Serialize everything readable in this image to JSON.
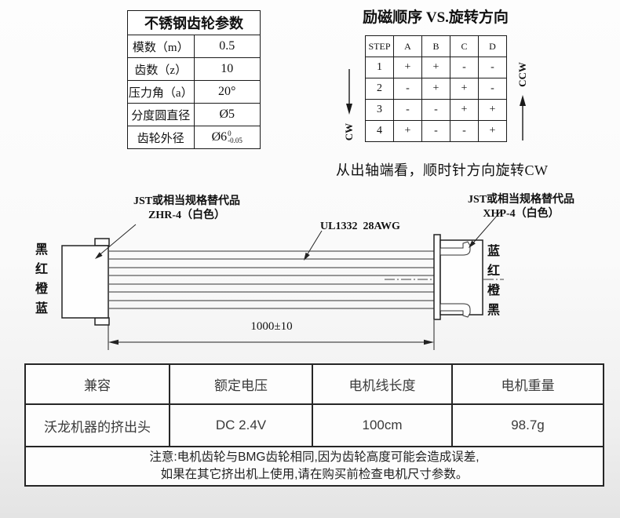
{
  "gear_table": {
    "title": "不锈钢齿轮参数",
    "rows": [
      {
        "label": "模数（m）",
        "value": "0.5"
      },
      {
        "label": "齿数（z）",
        "value": "10"
      },
      {
        "label": "压力角（a）",
        "value": "20°"
      },
      {
        "label": "分度圆直径",
        "value": "Ø5"
      },
      {
        "label": "齿轮外径",
        "value": "Ø6",
        "tol_upper": "0",
        "tol_lower": "-0.05"
      }
    ]
  },
  "excitation": {
    "title": "励磁顺序 VS.旋转方向",
    "header": [
      "STEP",
      "A",
      "B",
      "C",
      "D"
    ],
    "rows": [
      [
        "1",
        "+",
        "+",
        "-",
        "-"
      ],
      [
        "2",
        "-",
        "+",
        "+",
        "-"
      ],
      [
        "3",
        "-",
        "-",
        "+",
        "+"
      ],
      [
        "4",
        "+",
        "-",
        "-",
        "+"
      ]
    ],
    "cw_label": "CW",
    "ccw_label": "CCW",
    "caption": "从出轴端看，顺时针方向旋转CW"
  },
  "cable": {
    "left_connector_label_line1": "JST或相当规格替代品",
    "left_connector_label_line2": "ZHR-4（白色）",
    "wire_label": "UL1332  28AWG",
    "right_connector_label_line1": "JST或相当规格替代品",
    "right_connector_label_line2": "XHP-4（白色）",
    "left_wire_colors": [
      "黑",
      "红",
      "橙",
      "蓝"
    ],
    "right_wire_colors": [
      "蓝",
      "红",
      "橙",
      "黑"
    ],
    "length_dimension": "1000±10"
  },
  "spec_table": {
    "headers": [
      "兼容",
      "额定电压",
      "电机线长度",
      "电机重量"
    ],
    "values": [
      "沃龙机器的挤出头",
      "DC 2.4V",
      "100cm",
      "98.7g"
    ],
    "note_line1": "注意:电机齿轮与BMG齿轮相同,因为齿轮高度可能会造成误差,",
    "note_line2": "如果在其它挤出机上使用,请在购买前检查电机尺寸参数。"
  },
  "colors": {
    "line": "#1a1a1a",
    "table_border": "#262626",
    "spec_text": "#3a3a3a"
  }
}
